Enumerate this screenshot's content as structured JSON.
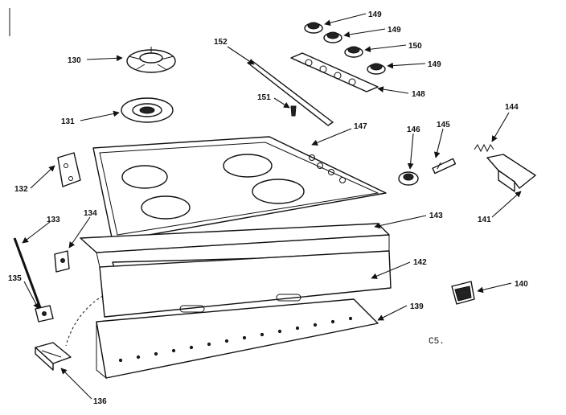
{
  "diagram_code": "C5.",
  "colors": {
    "ink": "#111111",
    "paper": "#ffffff"
  },
  "callouts": [
    {
      "id": "p149a",
      "label": "149"
    },
    {
      "id": "p149b",
      "label": "149"
    },
    {
      "id": "p150",
      "label": "150"
    },
    {
      "id": "p149c",
      "label": "149"
    },
    {
      "id": "p148",
      "label": "148"
    },
    {
      "id": "p130",
      "label": "130"
    },
    {
      "id": "p152",
      "label": "152"
    },
    {
      "id": "p151",
      "label": "151"
    },
    {
      "id": "p131",
      "label": "131"
    },
    {
      "id": "p147",
      "label": "147"
    },
    {
      "id": "p146",
      "label": "146"
    },
    {
      "id": "p145",
      "label": "145"
    },
    {
      "id": "p144",
      "label": "144"
    },
    {
      "id": "p132",
      "label": "132"
    },
    {
      "id": "p141",
      "label": "141"
    },
    {
      "id": "p133",
      "label": "133"
    },
    {
      "id": "p134",
      "label": "134"
    },
    {
      "id": "p143",
      "label": "143"
    },
    {
      "id": "p142",
      "label": "142"
    },
    {
      "id": "p135",
      "label": "135"
    },
    {
      "id": "p140",
      "label": "140"
    },
    {
      "id": "p139",
      "label": "139"
    },
    {
      "id": "p136",
      "label": "136"
    }
  ]
}
